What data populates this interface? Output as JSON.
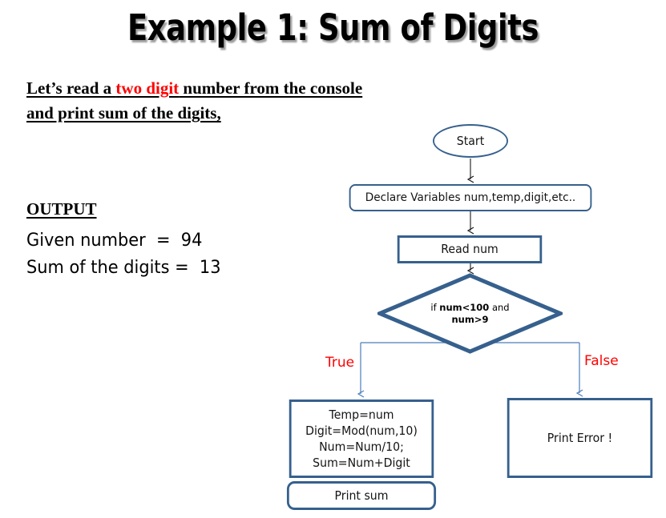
{
  "slide": {
    "title": "Example 1: Sum of Digits",
    "background_color": "#ffffff"
  },
  "intro": {
    "line1_part1": "Let’s read a ",
    "line1_highlight": "two digit",
    "line1_part2": " number from the console",
    "line2": "and print sum of the digits,",
    "highlight_color": "#ff0000"
  },
  "output": {
    "heading": "OUTPUT",
    "line1": "Given number  =  94",
    "line2": "Sum of the digits =  13"
  },
  "flowchart": {
    "shape_border_color": "#36608d",
    "connector_color": "#4a7ebb",
    "nodes": {
      "start": "Start",
      "declare": "Declare Variables num,temp,digit,etc..",
      "read": "Read num",
      "decision_prefix": "if ",
      "decision_cond1": "num<100",
      "decision_middle": " and",
      "decision_cond2": "num>9",
      "process": "Temp=num\nDigit=Mod(num,10)\nNum=Num/10;\nSum=Num+Digit",
      "print_sum": "Print sum",
      "print_error": "Print Error !"
    },
    "branches": {
      "true_label": "True",
      "false_label": "False"
    }
  }
}
